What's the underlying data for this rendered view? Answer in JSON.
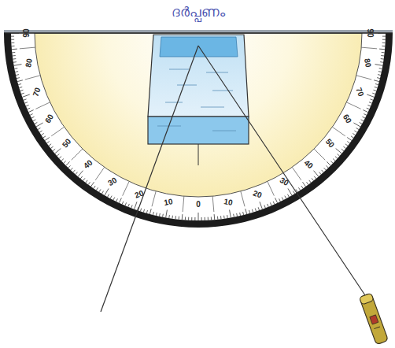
{
  "diagram": {
    "labels": [
      "ദർപ്പണം",
      "90",
      "80",
      "70",
      "60",
      "50",
      "40",
      "30",
      "20",
      "10",
      "0",
      "10",
      "20",
      "30",
      "40",
      "50",
      "60",
      "70",
      "80",
      "90"
    ]
  }
}
